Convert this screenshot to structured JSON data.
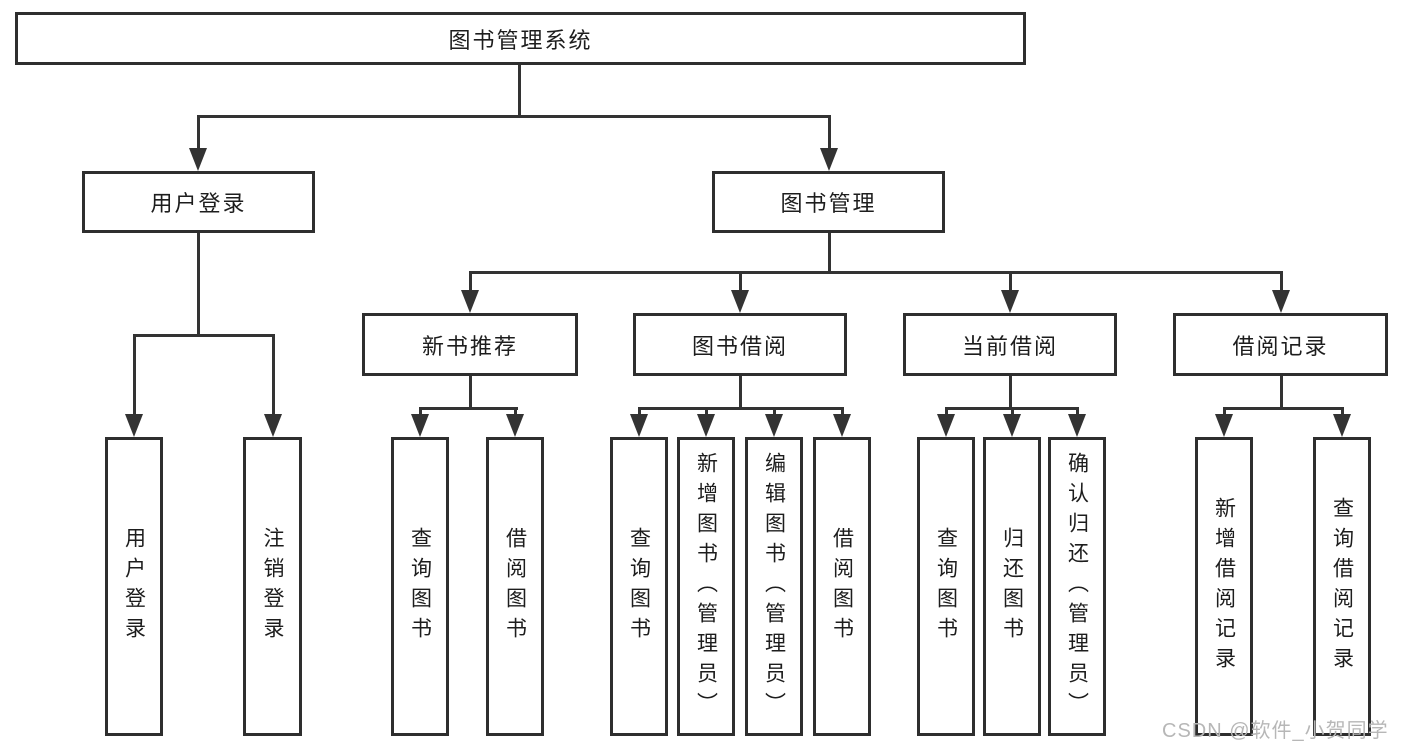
{
  "diagram": {
    "root": {
      "label": "图书管理系统"
    },
    "level2": {
      "user_login": {
        "label": "用户登录"
      },
      "book_management": {
        "label": "图书管理"
      }
    },
    "level3": {
      "new_books": {
        "label": "新书推荐"
      },
      "book_borrowing": {
        "label": "图书借阅"
      },
      "current_borrowing": {
        "label": "当前借阅"
      },
      "borrow_records": {
        "label": "借阅记录"
      }
    },
    "leaves": {
      "user_login": [
        "用户登录",
        "注销登录"
      ],
      "new_books": [
        "查询图书",
        "借阅图书"
      ],
      "book_borrowing": [
        "查询图书",
        "新增图书（管理员）",
        "编辑图书（管理员）",
        "借阅图书"
      ],
      "current_borrowing": [
        "查询图书",
        "归还图书",
        "确认归还（管理员）"
      ],
      "borrow_records": [
        "新增借阅记录",
        "查询借阅记录"
      ]
    }
  },
  "watermark": {
    "text": "CSDN @软件_小贺同学"
  },
  "colors": {
    "line": "#333333",
    "border": "#2e2e2e",
    "text": "#1d1d1d",
    "watermark": "#b7b7b7",
    "background": "#ffffff"
  }
}
